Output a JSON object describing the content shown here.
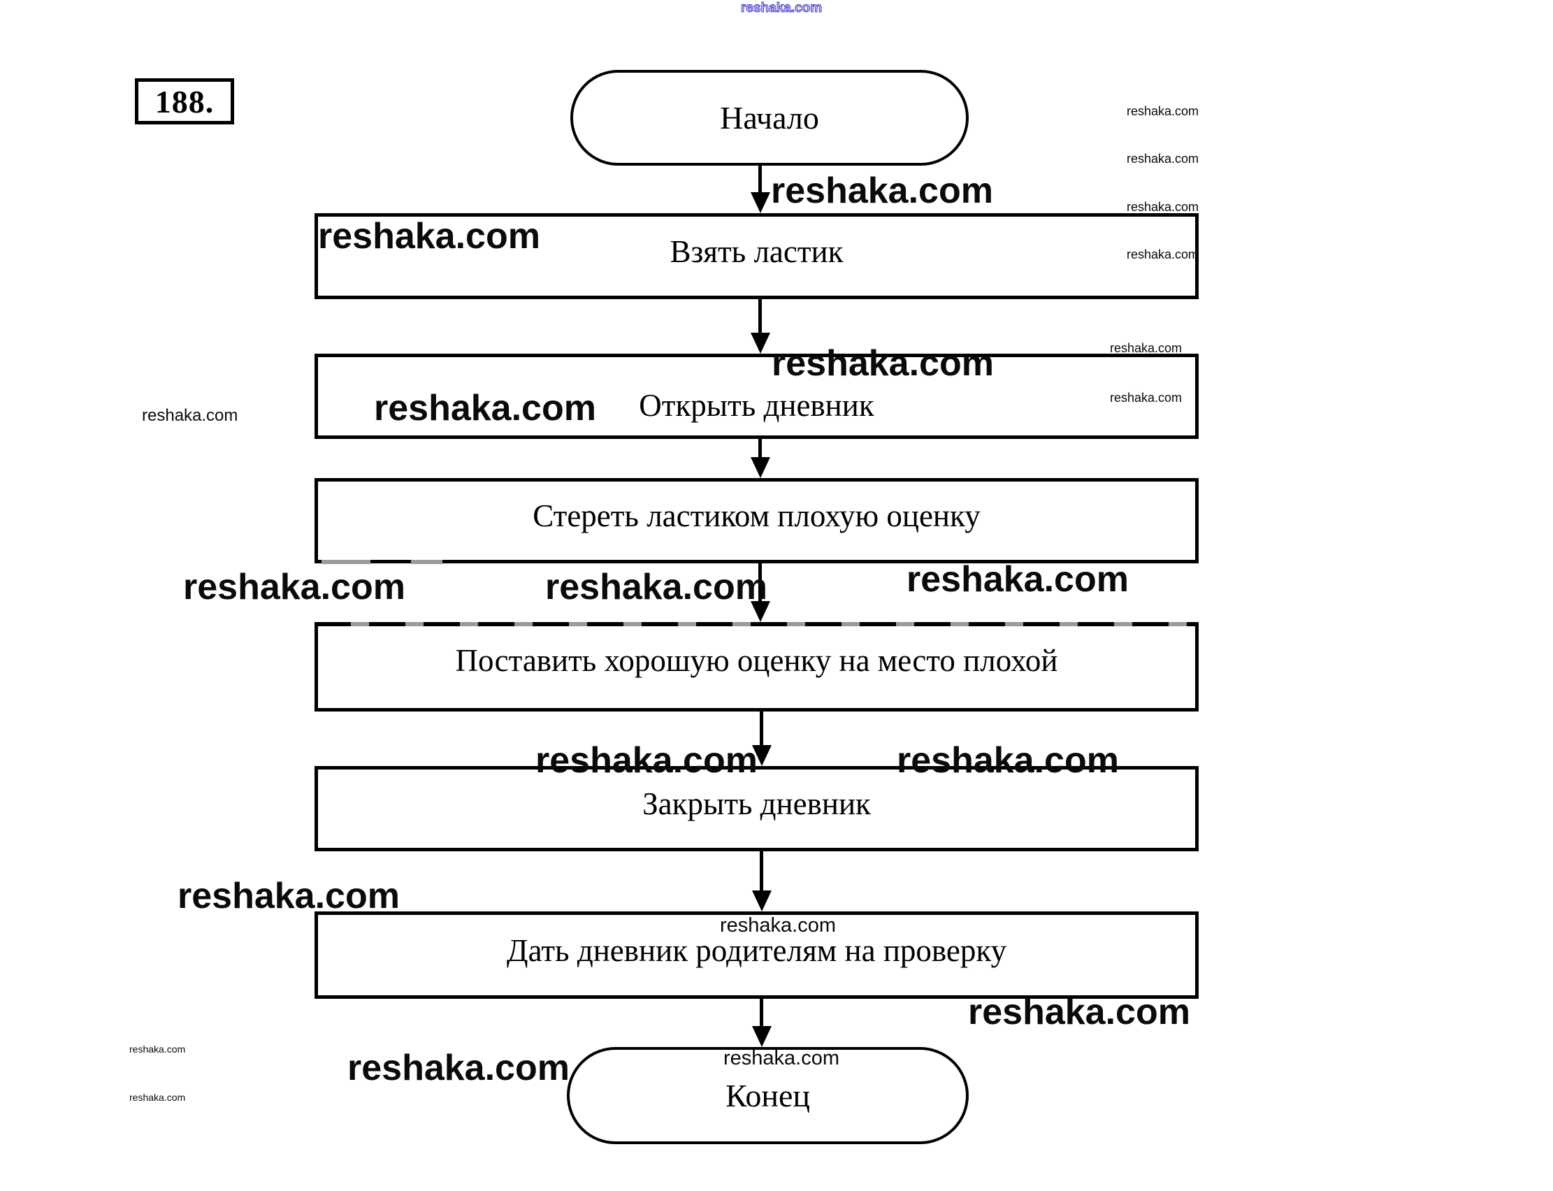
{
  "page": {
    "task_number": "188.",
    "background_color": "#ffffff",
    "line_color": "#000000",
    "ghost_dash_color": "#9a9a9a"
  },
  "flowchart": {
    "type": "flowchart",
    "start_label": "Начало",
    "end_label": "Конец",
    "steps": [
      {
        "label": "Взять ластик"
      },
      {
        "label": "Открыть дневник"
      },
      {
        "label": "Стереть ластиком плохую оценку"
      },
      {
        "label": "Поставить хорошую оценку на место плохой"
      },
      {
        "label": "Закрыть дневник"
      },
      {
        "label": "Дать дневник родителям на проверку"
      }
    ]
  },
  "watermarks": {
    "domain": "reshaka.com",
    "blue_color": "#4038c8"
  }
}
